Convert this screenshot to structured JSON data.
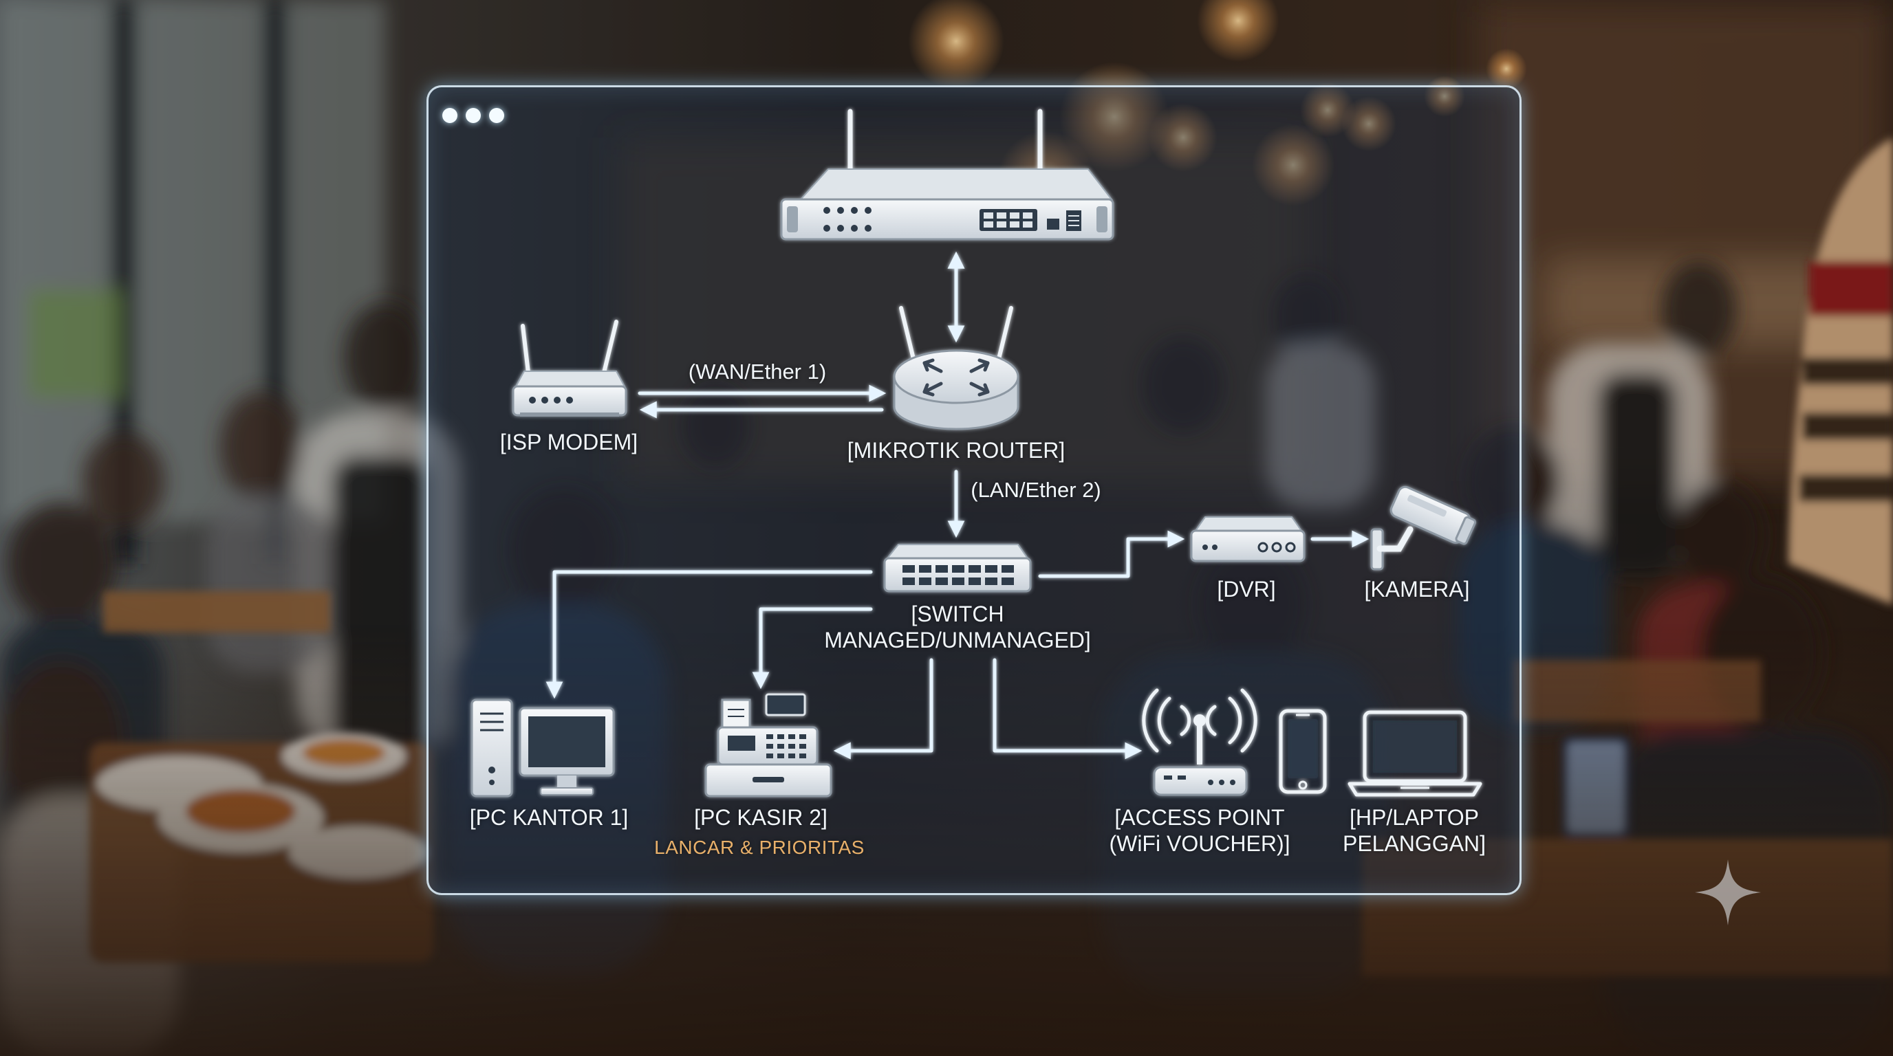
{
  "window": {
    "controls": [
      "dot",
      "dot",
      "dot"
    ]
  },
  "diagram": {
    "nodes": {
      "router_rack": {
        "icon": "rack-router-icon"
      },
      "mikrotik": {
        "label": "[MIKROTIK ROUTER]",
        "icon": "router-icon"
      },
      "isp_modem": {
        "label": "[ISP MODEM]",
        "icon": "modem-icon"
      },
      "switch": {
        "label_lines": [
          "[SWITCH",
          "MANAGED/UNMANAGED]"
        ],
        "icon": "switch-icon"
      },
      "dvr": {
        "label": "[DVR]",
        "icon": "dvr-icon"
      },
      "kamera": {
        "label": "[KAMERA]",
        "icon": "cctv-camera-icon"
      },
      "pc_kantor": {
        "label": "[PC KANTOR 1]",
        "icon": "desktop-pc-icon"
      },
      "pc_kasir": {
        "label": "[PC KASIR 2]",
        "note": "LANCAR & PRIORITAS",
        "icon": "cash-register-icon"
      },
      "access_point": {
        "label_lines": [
          "[ACCESS POINT",
          "(WiFi VOUCHER)]"
        ],
        "icon": "wifi-access-point-icon"
      },
      "pelanggan": {
        "label_lines": [
          "[HP/LAPTOP",
          "PELANGGAN]"
        ],
        "icons": [
          "smartphone-icon",
          "laptop-icon"
        ]
      }
    },
    "edges": [
      {
        "from": "router_rack",
        "to": "mikrotik",
        "label": "",
        "direction": "both"
      },
      {
        "from": "isp_modem",
        "to": "mikrotik",
        "label": "(WAN/Ether 1)",
        "direction": "both"
      },
      {
        "from": "mikrotik",
        "to": "switch",
        "label": "(LAN/Ether 2)",
        "direction": "forward"
      },
      {
        "from": "switch",
        "to": "pc_kantor",
        "label": "",
        "direction": "forward"
      },
      {
        "from": "switch",
        "to": "pc_kasir",
        "label": "",
        "direction": "forward"
      },
      {
        "from": "switch",
        "to": "dvr",
        "label": "",
        "direction": "forward"
      },
      {
        "from": "dvr",
        "to": "kamera",
        "label": "",
        "direction": "forward"
      },
      {
        "from": "switch",
        "to": "access_point",
        "label": "",
        "direction": "forward"
      }
    ]
  },
  "colors": {
    "glow_line": "#e6f4ff",
    "panel_border": "#e2f4ff",
    "label_text": "#f2f7fb",
    "accent_text": "#e8b06a",
    "device_fill": "#e9eef3",
    "device_dark": "#2d3a4a"
  },
  "background": {
    "description_icon": "restaurant-background-image"
  },
  "watermark": {
    "icon": "sparkle-icon"
  }
}
